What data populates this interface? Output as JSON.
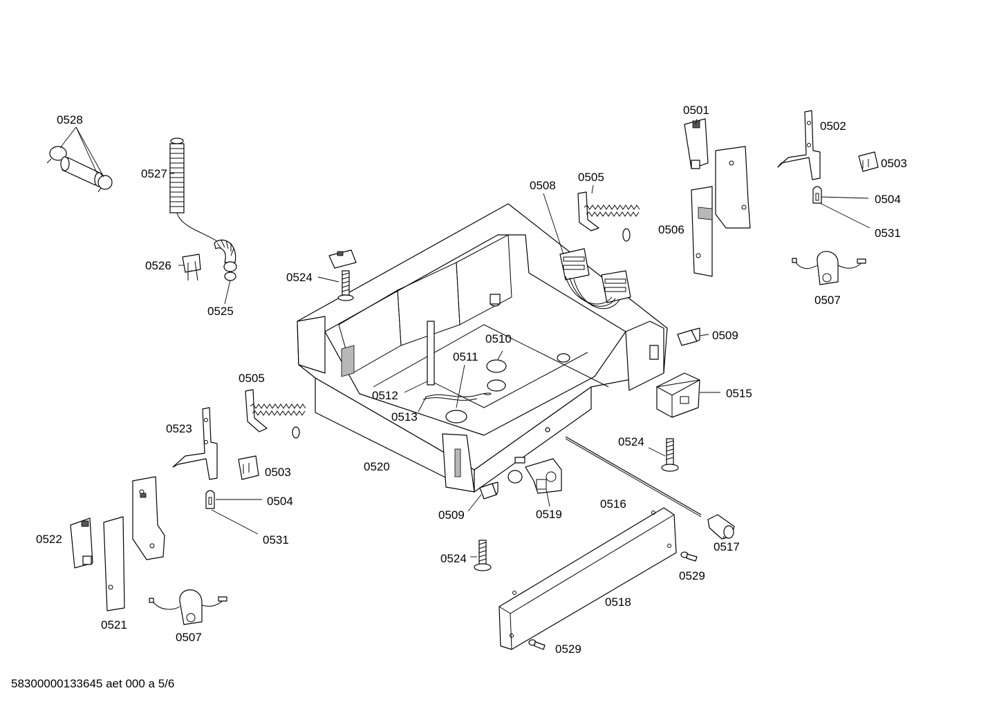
{
  "labels": {
    "p0501": "0501",
    "p0502": "0502",
    "p0503a": "0503",
    "p0503b": "0503",
    "p0504a": "0504",
    "p0504b": "0504",
    "p0505a": "0505",
    "p0505b": "0505",
    "p0506": "0506",
    "p0507a": "0507",
    "p0507b": "0507",
    "p0508": "0508",
    "p0509a": "0509",
    "p0509b": "0509",
    "p0510": "0510",
    "p0511": "0511",
    "p0512": "0512",
    "p0513": "0513",
    "p0515": "0515",
    "p0516": "0516",
    "p0517": "0517",
    "p0518": "0518",
    "p0519": "0519",
    "p0520": "0520",
    "p0521": "0521",
    "p0522": "0522",
    "p0523": "0523",
    "p0524a": "0524",
    "p0524b": "0524",
    "p0524c": "0524",
    "p0525": "0525",
    "p0526": "0526",
    "p0527": "0527",
    "p0528": "0528",
    "p0529a": "0529",
    "p0529b": "0529",
    "p0531a": "0531",
    "p0531b": "0531"
  },
  "footer": "58300000133645 aet 000 a 5/6"
}
